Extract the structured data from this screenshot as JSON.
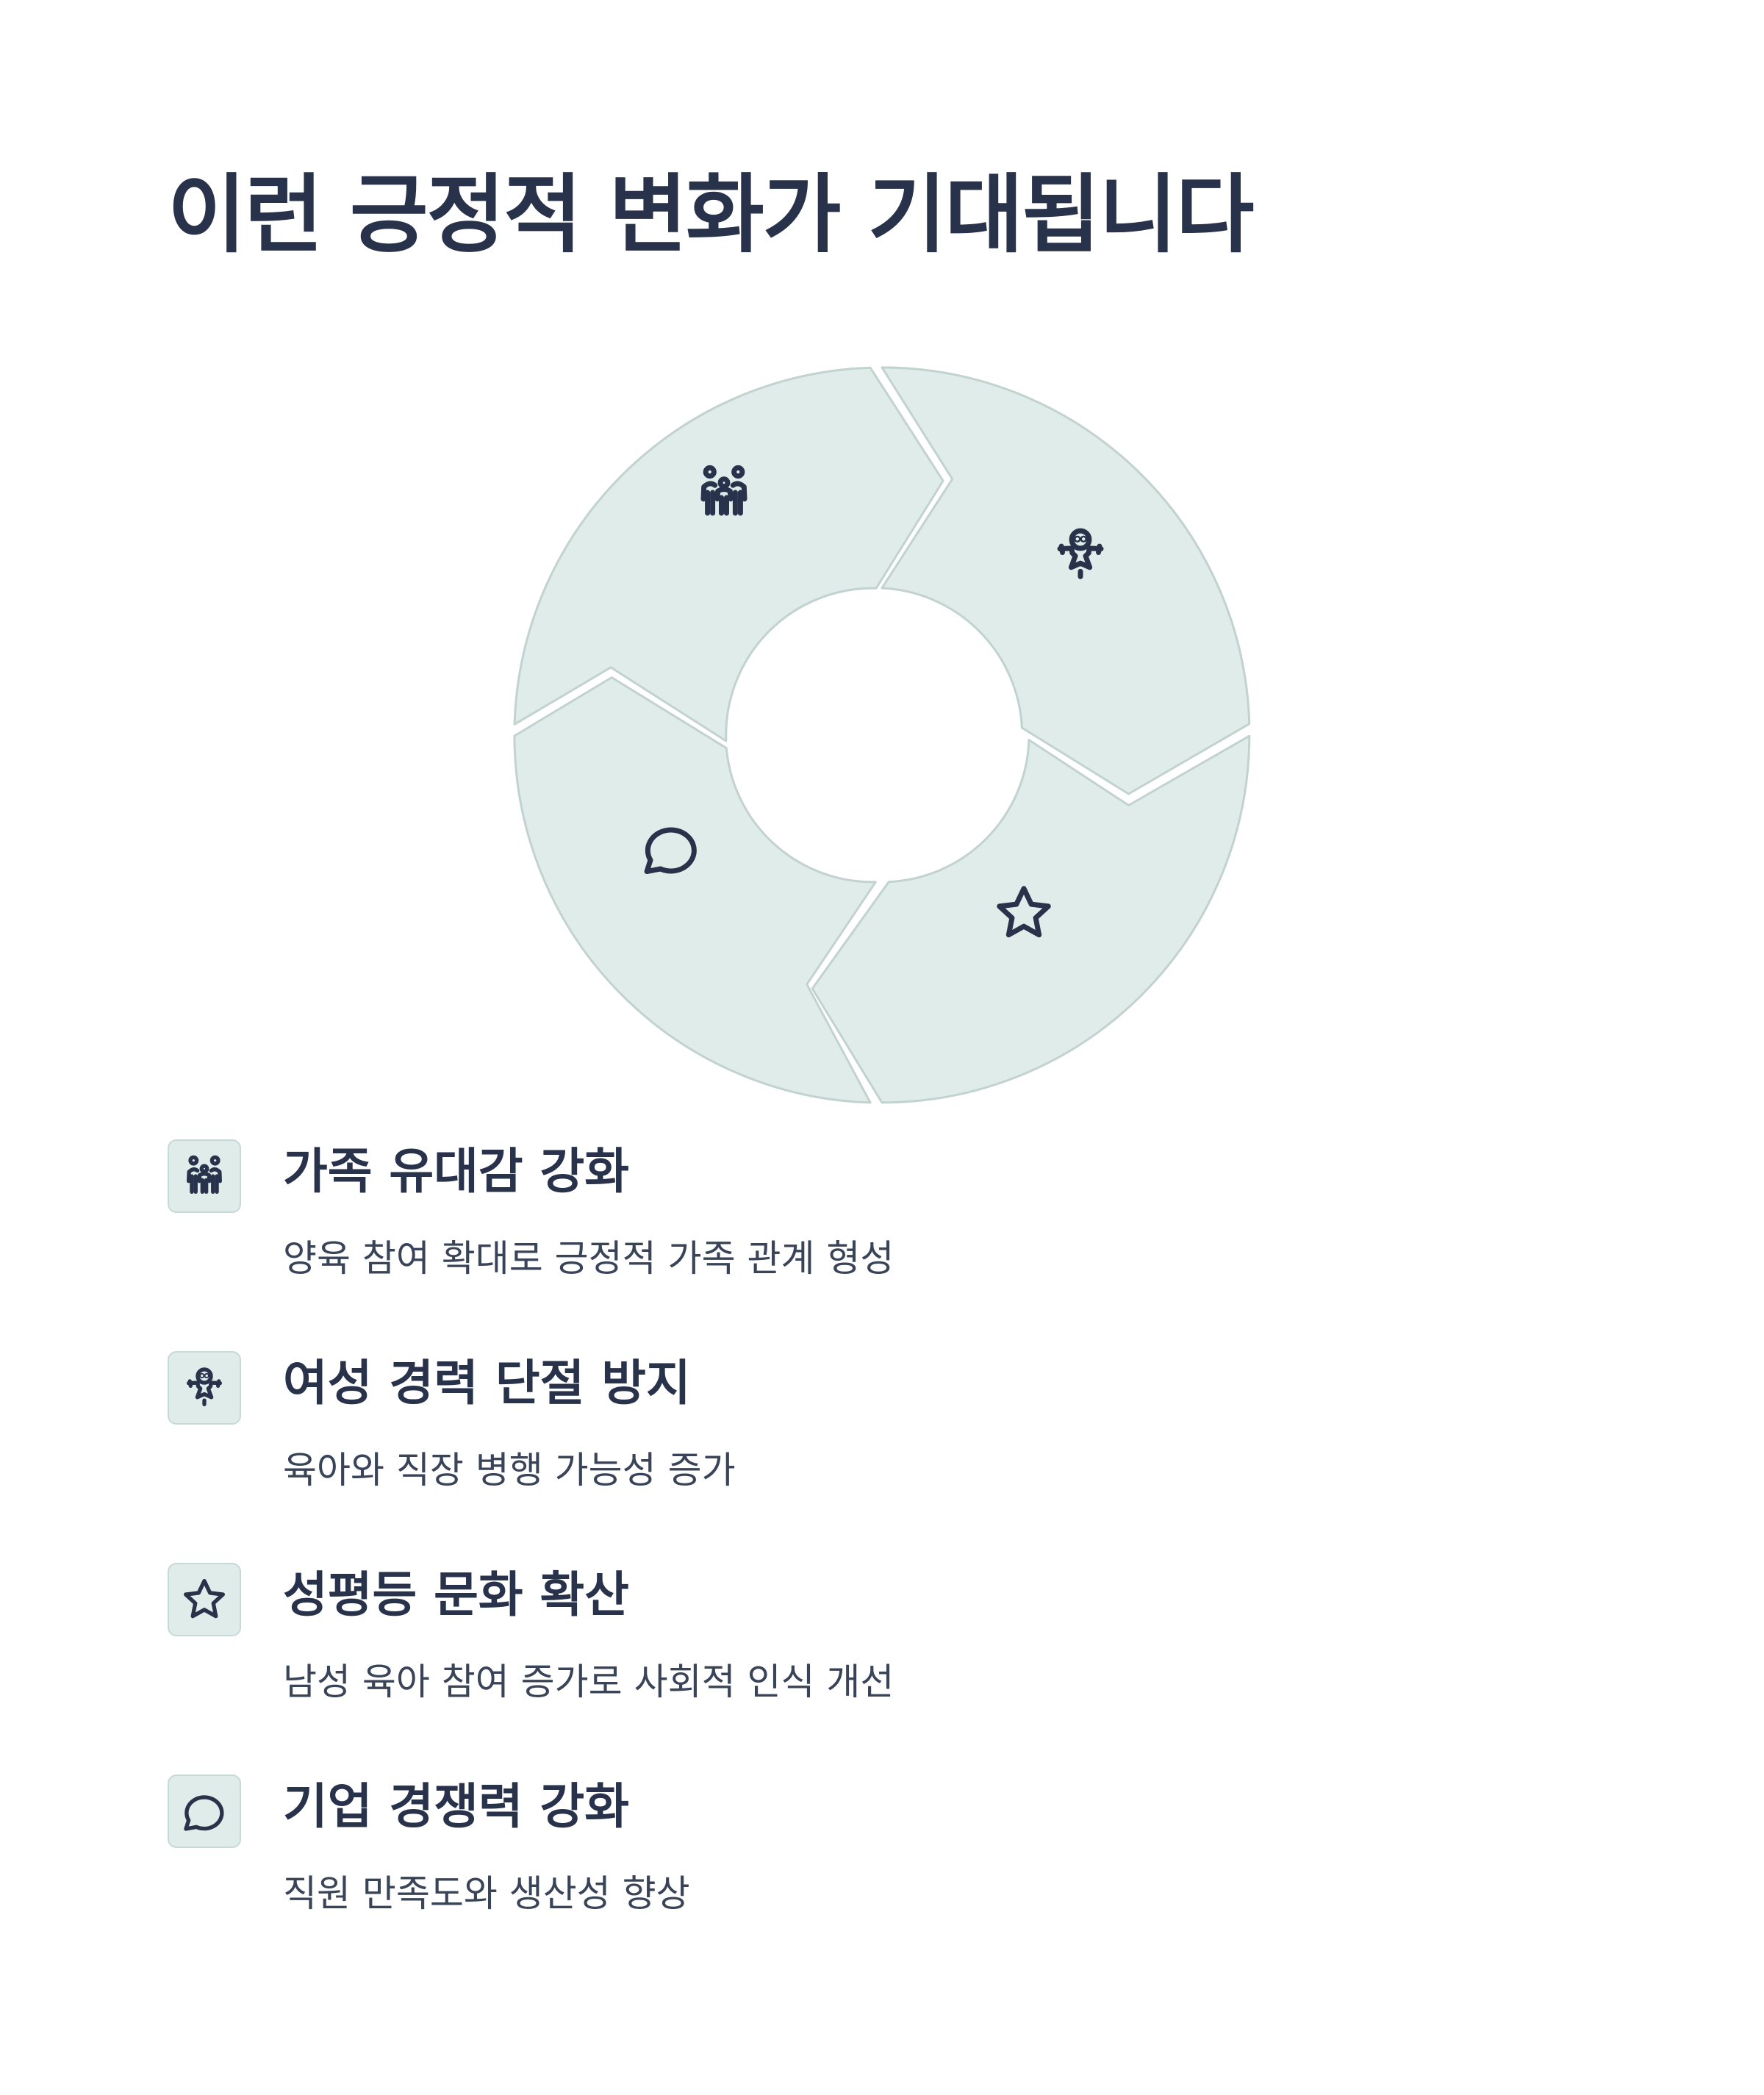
{
  "header": {
    "title": "이런 긍정적 변화가 기대됩니다"
  },
  "colors": {
    "segment_fill": "#e0ecea",
    "segment_stroke": "#c2d3cf",
    "text_dark": "#28324a",
    "text_body": "#3a4458"
  },
  "cycle": {
    "segments": [
      {
        "icon": "family-icon"
      },
      {
        "icon": "scarecrow-icon"
      },
      {
        "icon": "star-icon"
      },
      {
        "icon": "speech-bubble-icon"
      }
    ]
  },
  "items": [
    {
      "icon": "family-icon",
      "title": "가족 유대감 강화",
      "desc": "양육 참여 확대로 긍정적 가족 관계 형성"
    },
    {
      "icon": "scarecrow-icon",
      "title": "여성 경력 단절 방지",
      "desc": "육아와 직장 병행 가능성 증가"
    },
    {
      "icon": "star-icon",
      "title": "성평등 문화 확산",
      "desc": "남성 육아 참여 증가로 사회적 인식 개선"
    },
    {
      "icon": "speech-bubble-icon",
      "title": "기업 경쟁력 강화",
      "desc": "직원 만족도와 생산성 향상"
    }
  ]
}
